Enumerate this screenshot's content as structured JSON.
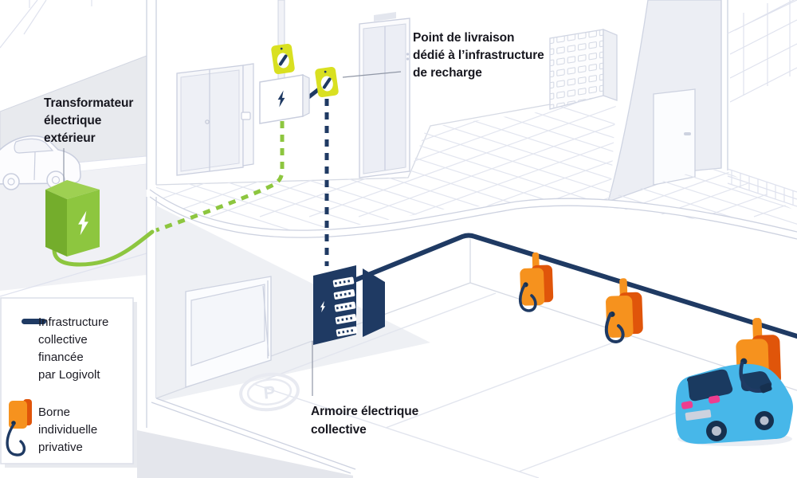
{
  "labels": {
    "transformer": {
      "lines": [
        "Transformateur",
        "électrique",
        "extérieur"
      ]
    },
    "delivery_point": {
      "lines": [
        "Point de livraison",
        "dédié à l’infrastructure",
        "de recharge"
      ]
    },
    "cabinet": {
      "lines": [
        "Armoire électrique",
        "collective"
      ]
    }
  },
  "legend": {
    "items": [
      {
        "icon": "navy-line-icon",
        "lines": [
          "Infrastructure",
          "collective",
          "financée",
          "par Logivolt"
        ]
      },
      {
        "icon": "charging-station-icon",
        "lines": [
          "Borne",
          "individuelle",
          "privative"
        ]
      }
    ]
  },
  "parking": {
    "symbol": "P"
  },
  "colors": {
    "navy": "#1f3a63",
    "green": "#8dc63f",
    "yellow_green": "#d9e021",
    "orange": "#f6921e",
    "orange_dark": "#e0550a",
    "car_blue": "#47b7e9",
    "pink": "#ee3d8f"
  }
}
